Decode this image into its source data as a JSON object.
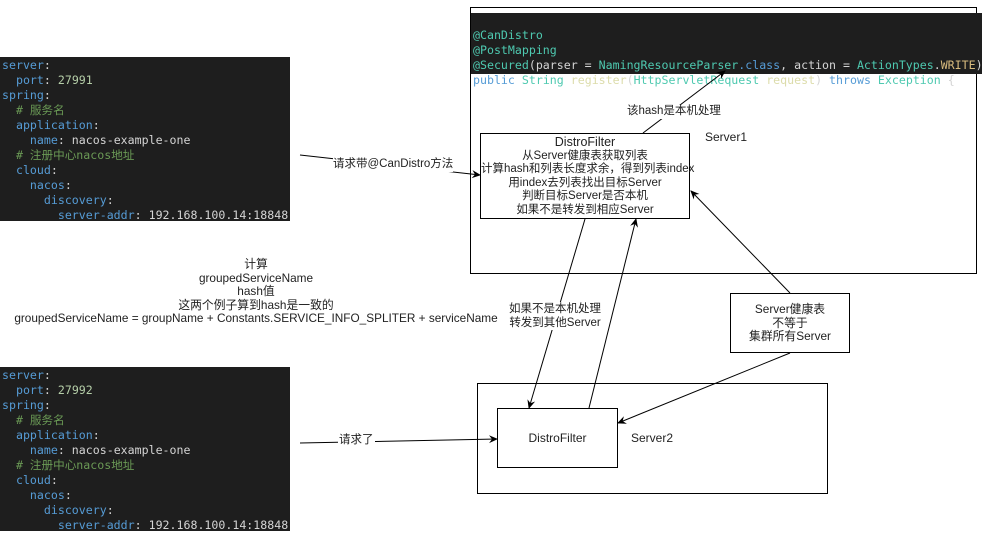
{
  "config_top": {
    "lines": [
      {
        "indent": 0,
        "key": "server",
        "sep": ":",
        "value": ""
      },
      {
        "indent": 1,
        "key": "port",
        "sep": ":",
        "value": "27991"
      },
      {
        "indent": 0,
        "key": "spring",
        "sep": ":",
        "value": ""
      },
      {
        "indent": 1,
        "comment": "# 服务名"
      },
      {
        "indent": 1,
        "key": "application",
        "sep": ":",
        "value": ""
      },
      {
        "indent": 2,
        "key": "name",
        "sep": ":",
        "value": "nacos-example-one"
      },
      {
        "indent": 1,
        "comment": "# 注册中心nacos地址"
      },
      {
        "indent": 1,
        "key": "cloud",
        "sep": ":",
        "value": ""
      },
      {
        "indent": 2,
        "key": "nacos",
        "sep": ":",
        "value": ""
      },
      {
        "indent": 3,
        "key": "discovery",
        "sep": ":",
        "value": ""
      },
      {
        "indent": 4,
        "key": "server-addr",
        "sep": ":",
        "value": "192.168.100.14:18848"
      }
    ]
  },
  "config_bottom": {
    "lines": [
      {
        "indent": 0,
        "key": "server",
        "sep": ":",
        "value": ""
      },
      {
        "indent": 1,
        "key": "port",
        "sep": ":",
        "value": "27992"
      },
      {
        "indent": 0,
        "key": "spring",
        "sep": ":",
        "value": ""
      },
      {
        "indent": 1,
        "comment": "# 服务名"
      },
      {
        "indent": 1,
        "key": "application",
        "sep": ":",
        "value": ""
      },
      {
        "indent": 2,
        "key": "name",
        "sep": ":",
        "value": "nacos-example-one"
      },
      {
        "indent": 1,
        "comment": "# 注册中心nacos地址"
      },
      {
        "indent": 1,
        "key": "cloud",
        "sep": ":",
        "value": ""
      },
      {
        "indent": 2,
        "key": "nacos",
        "sep": ":",
        "value": ""
      },
      {
        "indent": 3,
        "key": "discovery",
        "sep": ":",
        "value": ""
      },
      {
        "indent": 4,
        "key": "server-addr",
        "sep": ":",
        "value": "192.168.100.14:18848"
      }
    ]
  },
  "java_code": {
    "line1": "@CanDistro",
    "line2": "@PostMapping",
    "line3": {
      "annotation": "@Secured",
      "open": "(parser = ",
      "parser_class": "NamingResourceParser",
      "dot_class": ".class",
      "mid": ", action = ",
      "action_type": "ActionTypes",
      "dot": ".",
      "action_value": "WRITE",
      "close": ")"
    },
    "line4": {
      "kw_public": "public",
      "type_string": "String",
      "method": "register",
      "open": "(",
      "param_type": "HttpServletRequest",
      "param_name": "request",
      "close": ")",
      "kw_throws": "throws",
      "exception": "Exception",
      "brace": "{"
    }
  },
  "server1": {
    "label": "Server1",
    "filter": {
      "lines": [
        "DistroFilter",
        "从Server健康表获取列表",
        "计算hash和列表长度求余，得到列表index",
        "用index去列表找出目标Server",
        "判断目标Server是否本机",
        "如果不是转发到相应Server"
      ]
    }
  },
  "server2": {
    "label": "Server2",
    "filter": {
      "label": "DistroFilter"
    }
  },
  "health_table_note": {
    "lines": [
      "Server健康表",
      "不等于",
      "集群所有Server"
    ]
  },
  "hash_note": {
    "lines": [
      "计算",
      "groupedServiceName",
      "hash值",
      "这两个例子算到hash是一致的",
      "groupedServiceName = groupName + Constants.SERVICE_INFO_SPLITER + serviceName"
    ]
  },
  "edges": {
    "request_to_server1": "请求带@CanDistro方法",
    "request_to_server2": "请求了",
    "local_handle": "该hash是本机处理",
    "forward": [
      "如果不是本机处理",
      "转发到其他Server"
    ]
  }
}
